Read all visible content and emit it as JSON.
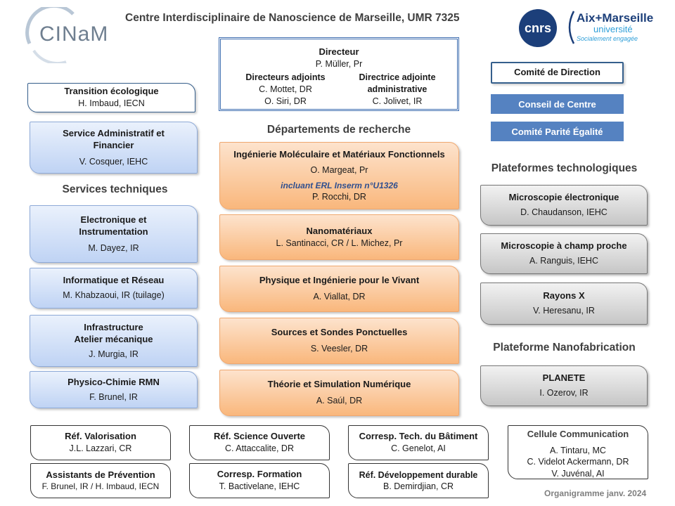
{
  "header": {
    "title": "Centre Interdisciplinaire de Nanoscience de Marseille, UMR 7325",
    "logo_cinam": "CINaM",
    "logo_cnrs": "cnrs",
    "logo_amu_line1": "Aix+Marseille",
    "logo_amu_line2": "université",
    "logo_amu_line3": "Socialement engagée"
  },
  "direction": {
    "director_title": "Directeur",
    "director_name": "P. Müller, Pr",
    "deputies_title": "Directeurs adjoints",
    "deputy1": "C. Mottet, DR",
    "deputy2": "O. Siri, DR",
    "admin_title_line1": "Directrice adjointe",
    "admin_title_line2": "administrative",
    "admin_name": "C. Jolivet, IR"
  },
  "councils": {
    "comite_direction": "Comité de Direction",
    "conseil_centre": "Conseil de Centre",
    "comite_parite": "Comité Parité Égalité"
  },
  "transition": {
    "name": "Transition écologique",
    "person": "H. Imbaud, IECN"
  },
  "admin_service": {
    "name_line1": "Service Administratif et",
    "name_line2": "Financier",
    "person": "V. Cosquer, IEHC"
  },
  "services_heading": "Services techniques",
  "services": {
    "elec": {
      "line1": "Electronique et",
      "line2": "Instrumentation",
      "person": "M. Dayez, IR"
    },
    "info": {
      "name": "Informatique et Réseau",
      "person": "M. Khabzaoui, IR (tuilage)"
    },
    "infra": {
      "line1": "Infrastructure",
      "line2": "Atelier mécanique",
      "person": "J. Murgia, IR"
    },
    "rmn": {
      "name": "Physico-Chimie RMN",
      "person": "F. Brunel, IR"
    }
  },
  "departments_heading": "Départements de recherche",
  "departments": {
    "d1": {
      "name": "Ingénierie Moléculaire et Matériaux Fonctionnels",
      "person": "O. Margeat, Pr",
      "sub": "incluant  ERL Inserm n°U1326",
      "sub_person": "P. Rocchi, DR"
    },
    "d2": {
      "name": "Nanomatériaux",
      "person": "L. Santinacci, CR / L. Michez, Pr"
    },
    "d3": {
      "name": "Physique et Ingénierie pour le Vivant",
      "person": "A. Viallat, DR"
    },
    "d4": {
      "name": "Sources et Sondes Ponctuelles",
      "person": "S. Veesler, DR"
    },
    "d5": {
      "name": "Théorie et Simulation Numérique",
      "person": "A. Saúl, DR"
    }
  },
  "platforms_heading": "Plateformes technologiques",
  "platforms": {
    "p1": {
      "name": "Microscopie électronique",
      "person": "D. Chaudanson, IEHC"
    },
    "p2": {
      "name": "Microscopie à champ proche",
      "person": "A. Ranguis, IEHC"
    },
    "p3": {
      "name": "Rayons X",
      "person": "V. Heresanu, IR"
    }
  },
  "nanofab_heading": "Plateforme Nanofabrication",
  "nanofab": {
    "name": "PLANETE",
    "person": "I. Ozerov, IR"
  },
  "refs": {
    "r1": {
      "name": "Réf. Valorisation",
      "person": "J.L. Lazzari, CR"
    },
    "r2": {
      "name": "Réf. Science Ouverte",
      "person": "C. Attaccalite, DR"
    },
    "r3": {
      "name": "Corresp. Tech. du Bâtiment",
      "person": "C. Genelot, AI"
    },
    "r4": {
      "name": "Assistants de Prévention",
      "person": "F. Brunel, IR / H. Imbaud, IECN"
    },
    "r5": {
      "name": "Corresp. Formation",
      "person": "T. Bactivelane, IEHC"
    },
    "r6": {
      "name": "Réf. Développement durable",
      "person": "B. Demirdjian, CR"
    }
  },
  "communication": {
    "name": "Cellule Communication",
    "p1": "A. Tintaru, MC",
    "p2": "C. Videlot Ackermann, DR",
    "p3": "V. Juvénal, AI"
  },
  "footer": "Organigramme janv. 2024"
}
